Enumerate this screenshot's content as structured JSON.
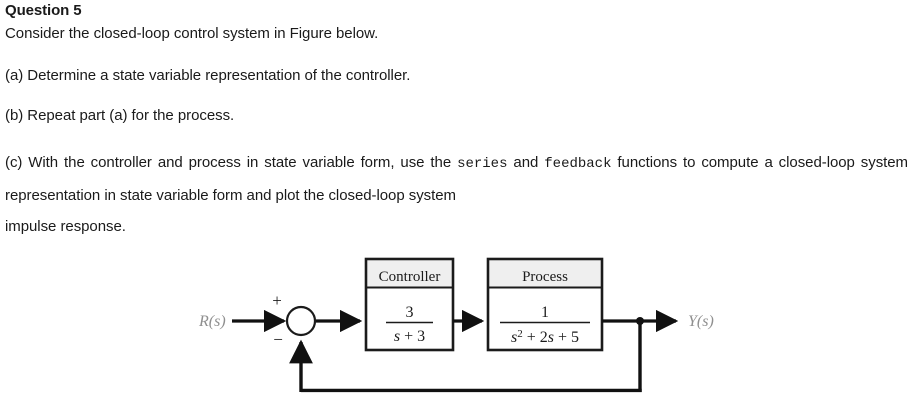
{
  "question": {
    "title": "Question 5",
    "intro": "Consider the closed-loop control system in Figure below.",
    "part_a": "(a) Determine a state variable representation of the controller.",
    "part_b": "(b) Repeat part (a) for the process.",
    "part_c": {
      "text_1": "(c) With the controller and process in state variable form, use the ",
      "mono_1": "series",
      "text_2": " and ",
      "mono_2": "feedback",
      "text_3": " functions to compute a closed-loop system representation in state variable form and plot the closed-loop system",
      "text_4": "impulse response."
    }
  },
  "diagram": {
    "input_label": "R(s)",
    "output_label": "Y(s)",
    "sum_plus": "+",
    "sum_minus": "−",
    "blocks": [
      {
        "title": "Controller",
        "numerator": "3",
        "denominator_parts": [
          {
            "text": "s",
            "italic": true
          },
          {
            "text": " + 3",
            "italic": false
          }
        ],
        "denominator_plain": "s + 3"
      },
      {
        "title": "Process",
        "numerator": "1",
        "denominator_parts": [
          {
            "text": "s",
            "italic": true
          },
          {
            "text": "2",
            "italic": false,
            "sup": true
          },
          {
            "text": " + 2",
            "italic": false
          },
          {
            "text": "s",
            "italic": true
          },
          {
            "text": " + 5",
            "italic": false
          }
        ],
        "denominator_plain": "s2 + 2s + 5"
      }
    ],
    "colors": {
      "line": "#111111",
      "block_border": "#1b1b1b",
      "block_header_fill": "#efefef",
      "block_body_fill": "#ffffff",
      "io_label": "#8f8f8f"
    }
  }
}
